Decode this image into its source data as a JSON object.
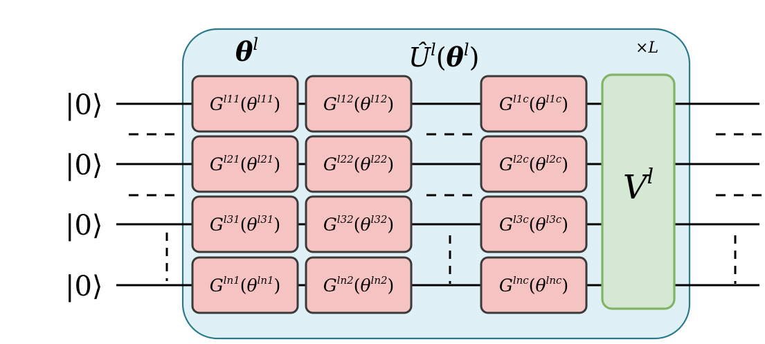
{
  "diagram": {
    "layer_box": {
      "fill": "#dff1f6",
      "stroke": "#2a7a8c"
    },
    "theta_label": {
      "base": "θ",
      "sup": "l"
    },
    "unitary_label": {
      "base": "Û",
      "sup": "l",
      "arg_open": "(",
      "arg_base": "θ",
      "arg_sup": "l",
      "arg_close": ")"
    },
    "repeat_label": {
      "prefix": "×",
      "var": "L"
    },
    "qubits": [
      {
        "label": "|0⟩"
      },
      {
        "label": "|0⟩"
      },
      {
        "label": "|0⟩"
      },
      {
        "label": "|0⟩"
      }
    ],
    "gate_style": {
      "fill": "#f6c3c3",
      "stroke": "#3a3a3a"
    },
    "gates": [
      [
        {
          "base": "G",
          "sup": "l11",
          "arg": "θ",
          "arg_sup": "l11"
        },
        {
          "base": "G",
          "sup": "l12",
          "arg": "θ",
          "arg_sup": "l12"
        },
        {
          "base": "G",
          "sup": "l1c",
          "arg": "θ",
          "arg_sup": "l1c"
        }
      ],
      [
        {
          "base": "G",
          "sup": "l21",
          "arg": "θ",
          "arg_sup": "l21"
        },
        {
          "base": "G",
          "sup": "l22",
          "arg": "θ",
          "arg_sup": "l22"
        },
        {
          "base": "G",
          "sup": "l2c",
          "arg": "θ",
          "arg_sup": "l2c"
        }
      ],
      [
        {
          "base": "G",
          "sup": "l31",
          "arg": "θ",
          "arg_sup": "l31"
        },
        {
          "base": "G",
          "sup": "l32",
          "arg": "θ",
          "arg_sup": "l32"
        },
        {
          "base": "G",
          "sup": "l3c",
          "arg": "θ",
          "arg_sup": "l3c"
        }
      ],
      [
        {
          "base": "G",
          "sup": "ln1",
          "arg": "θ",
          "arg_sup": "ln1"
        },
        {
          "base": "G",
          "sup": "ln2",
          "arg": "θ",
          "arg_sup": "ln2"
        },
        {
          "base": "G",
          "sup": "lnc",
          "arg": "θ",
          "arg_sup": "lnc"
        }
      ]
    ],
    "v_block": {
      "base": "V",
      "sup": "l",
      "fill": "#d5e8d4",
      "stroke": "#82b366"
    }
  }
}
